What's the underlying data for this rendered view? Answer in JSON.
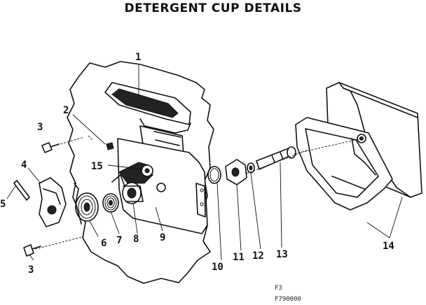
{
  "title": "DETERGENT CUP DETAILS",
  "callouts": [
    {
      "id": "c1",
      "text": "1"
    },
    {
      "id": "c2",
      "text": "2"
    },
    {
      "id": "c3a",
      "text": "3"
    },
    {
      "id": "c4",
      "text": "4"
    },
    {
      "id": "c5",
      "text": "5"
    },
    {
      "id": "c6",
      "text": "6"
    },
    {
      "id": "c7",
      "text": "7"
    },
    {
      "id": "c8",
      "text": "8"
    },
    {
      "id": "c9",
      "text": "9"
    },
    {
      "id": "c10",
      "text": "10"
    },
    {
      "id": "c11",
      "text": "11"
    },
    {
      "id": "c12",
      "text": "12"
    },
    {
      "id": "c13",
      "text": "13"
    },
    {
      "id": "c14",
      "text": "14"
    },
    {
      "id": "c15",
      "text": "15"
    },
    {
      "id": "c3b",
      "text": "3"
    }
  ],
  "footer": {
    "code1": "F3",
    "code2": "F790000"
  }
}
